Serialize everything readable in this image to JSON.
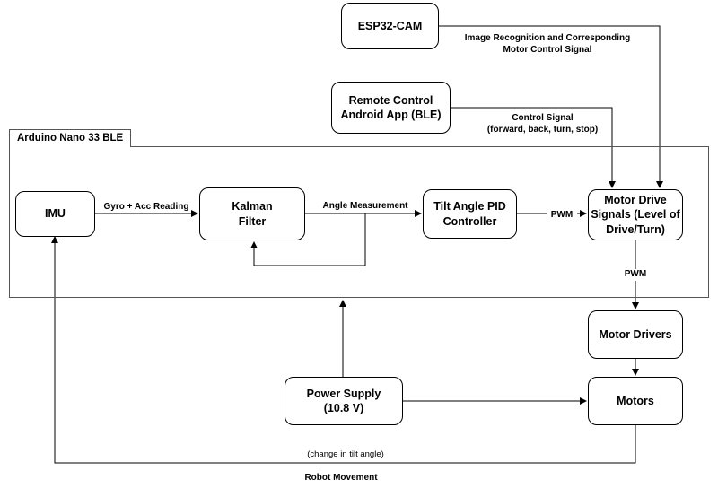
{
  "container": {
    "title": "Arduino Nano 33 BLE"
  },
  "blocks": {
    "esp32": "ESP32-CAM",
    "remote": "Remote Control\nAndroid App (BLE)",
    "imu": "IMU",
    "kalman": "Kalman\nFilter",
    "pid": "Tilt Angle PID\nController",
    "motor_drive": "Motor Drive\nSignals (Level of\nDrive/Turn)",
    "motor_drivers": "Motor Drivers",
    "motors": "Motors",
    "power": "Power Supply\n(10.8 V)"
  },
  "labels": {
    "image_recognition": "Image Recognition and Corresponding\nMotor Control Signal",
    "control_signal": "Control Signal\n(forward, back, turn, stop)",
    "gyro_acc": "Gyro + Acc Reading",
    "angle_measurement": "Angle Measurement",
    "pwm_pid": "PWM",
    "pwm_drivers": "PWM",
    "change_tilt": "(change in tilt angle)",
    "robot_movement": "Robot Movement"
  }
}
